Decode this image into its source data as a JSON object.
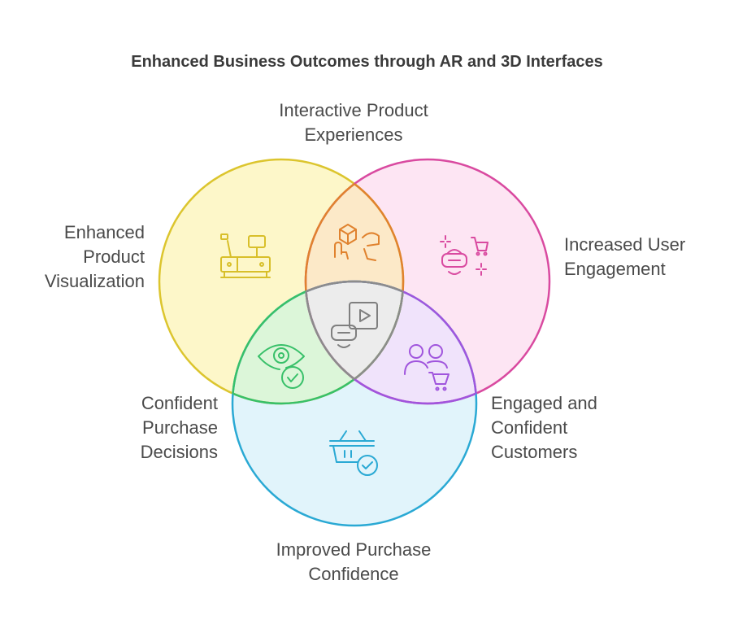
{
  "title": "Enhanced Business Outcomes through AR and 3D Interfaces",
  "circles": [
    {
      "id": "yellow",
      "fill": "#fdf7c9",
      "stroke": "#dcc52e"
    },
    {
      "id": "pink",
      "fill": "#fde5f3",
      "stroke": "#d94aa0"
    },
    {
      "id": "blue",
      "fill": "#e1f4fb",
      "stroke": "#2aa9d4"
    }
  ],
  "overlaps": {
    "yellow_pink": {
      "fill": "#fce9c8",
      "stroke": "#e0822e"
    },
    "yellow_blue": {
      "fill": "#dcf6d9",
      "stroke": "#38c069"
    },
    "pink_blue": {
      "fill": "#f0e3fb",
      "stroke": "#a055dd"
    },
    "center": {
      "fill": "#ececec",
      "stroke": "#8c8c8c"
    }
  },
  "labels": {
    "top": "Interactive Product\nExperiences",
    "left": "Enhanced\nProduct\nVisualization",
    "right": "Increased User\nEngagement",
    "bottom_left": "Confident\nPurchase\nDecisions",
    "bottom_right": "Engaged and\nConfident\nCustomers",
    "bottom": "Improved Purchase\nConfidence"
  },
  "icons": {
    "yellow": "furniture-icon",
    "yellow_pink": "3d-interaction-icon",
    "pink": "vr-shopping-icon",
    "center": "vr-video-icon",
    "yellow_blue": "eye-check-icon",
    "pink_blue": "customers-cart-icon",
    "blue": "basket-check-icon"
  }
}
